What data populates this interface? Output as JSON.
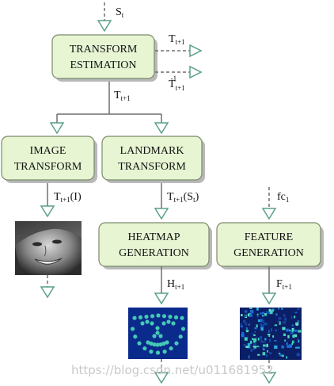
{
  "nodes": {
    "transform_estimation": {
      "line1": "TRANSFORM",
      "line2": "ESTIMATION"
    },
    "image_transform": {
      "line1": "IMAGE",
      "line2": "TRANSFORM"
    },
    "landmark_transform": {
      "line1": "LANDMARK",
      "line2": "TRANSFORM"
    },
    "heatmap_generation": {
      "line1": "HEATMAP",
      "line2": "GENERATION"
    },
    "feature_generation": {
      "line1": "FEATURE",
      "line2": "GENERATION"
    }
  },
  "labels": {
    "s_t": {
      "main": "S",
      "sub": "t"
    },
    "t_out_top": {
      "main": "T",
      "sub": "t+1"
    },
    "t_out_bottom": {
      "main": "T",
      "sub": "t+1",
      "sup": "-1"
    },
    "t_down": {
      "main": "T",
      "sub": "t+1"
    },
    "t_image": {
      "main": "T",
      "sub": "t+1",
      "tail": "(I)"
    },
    "t_landmark": {
      "main": "T",
      "sub": "t+1",
      "tail": "(S",
      "sub2": "t",
      "tail2": ")"
    },
    "fc": {
      "main": "fc",
      "sub": "1"
    },
    "h": {
      "main": "H",
      "sub": "t+1"
    },
    "f": {
      "main": "F",
      "sub": "t+1"
    }
  },
  "images": {
    "face": "face-photo",
    "heatmap": "landmark-heatmap",
    "feature": "feature-map"
  },
  "watermark": "https://blog.csdn.net/u011681952",
  "colors": {
    "box_fill": "#e7f5d3",
    "box_stroke": "#7a8a6a",
    "arrow_stroke": "#5aa088",
    "heatmap_bg": "#0a2a8c",
    "heatmap_dots": "#45c9b5"
  }
}
